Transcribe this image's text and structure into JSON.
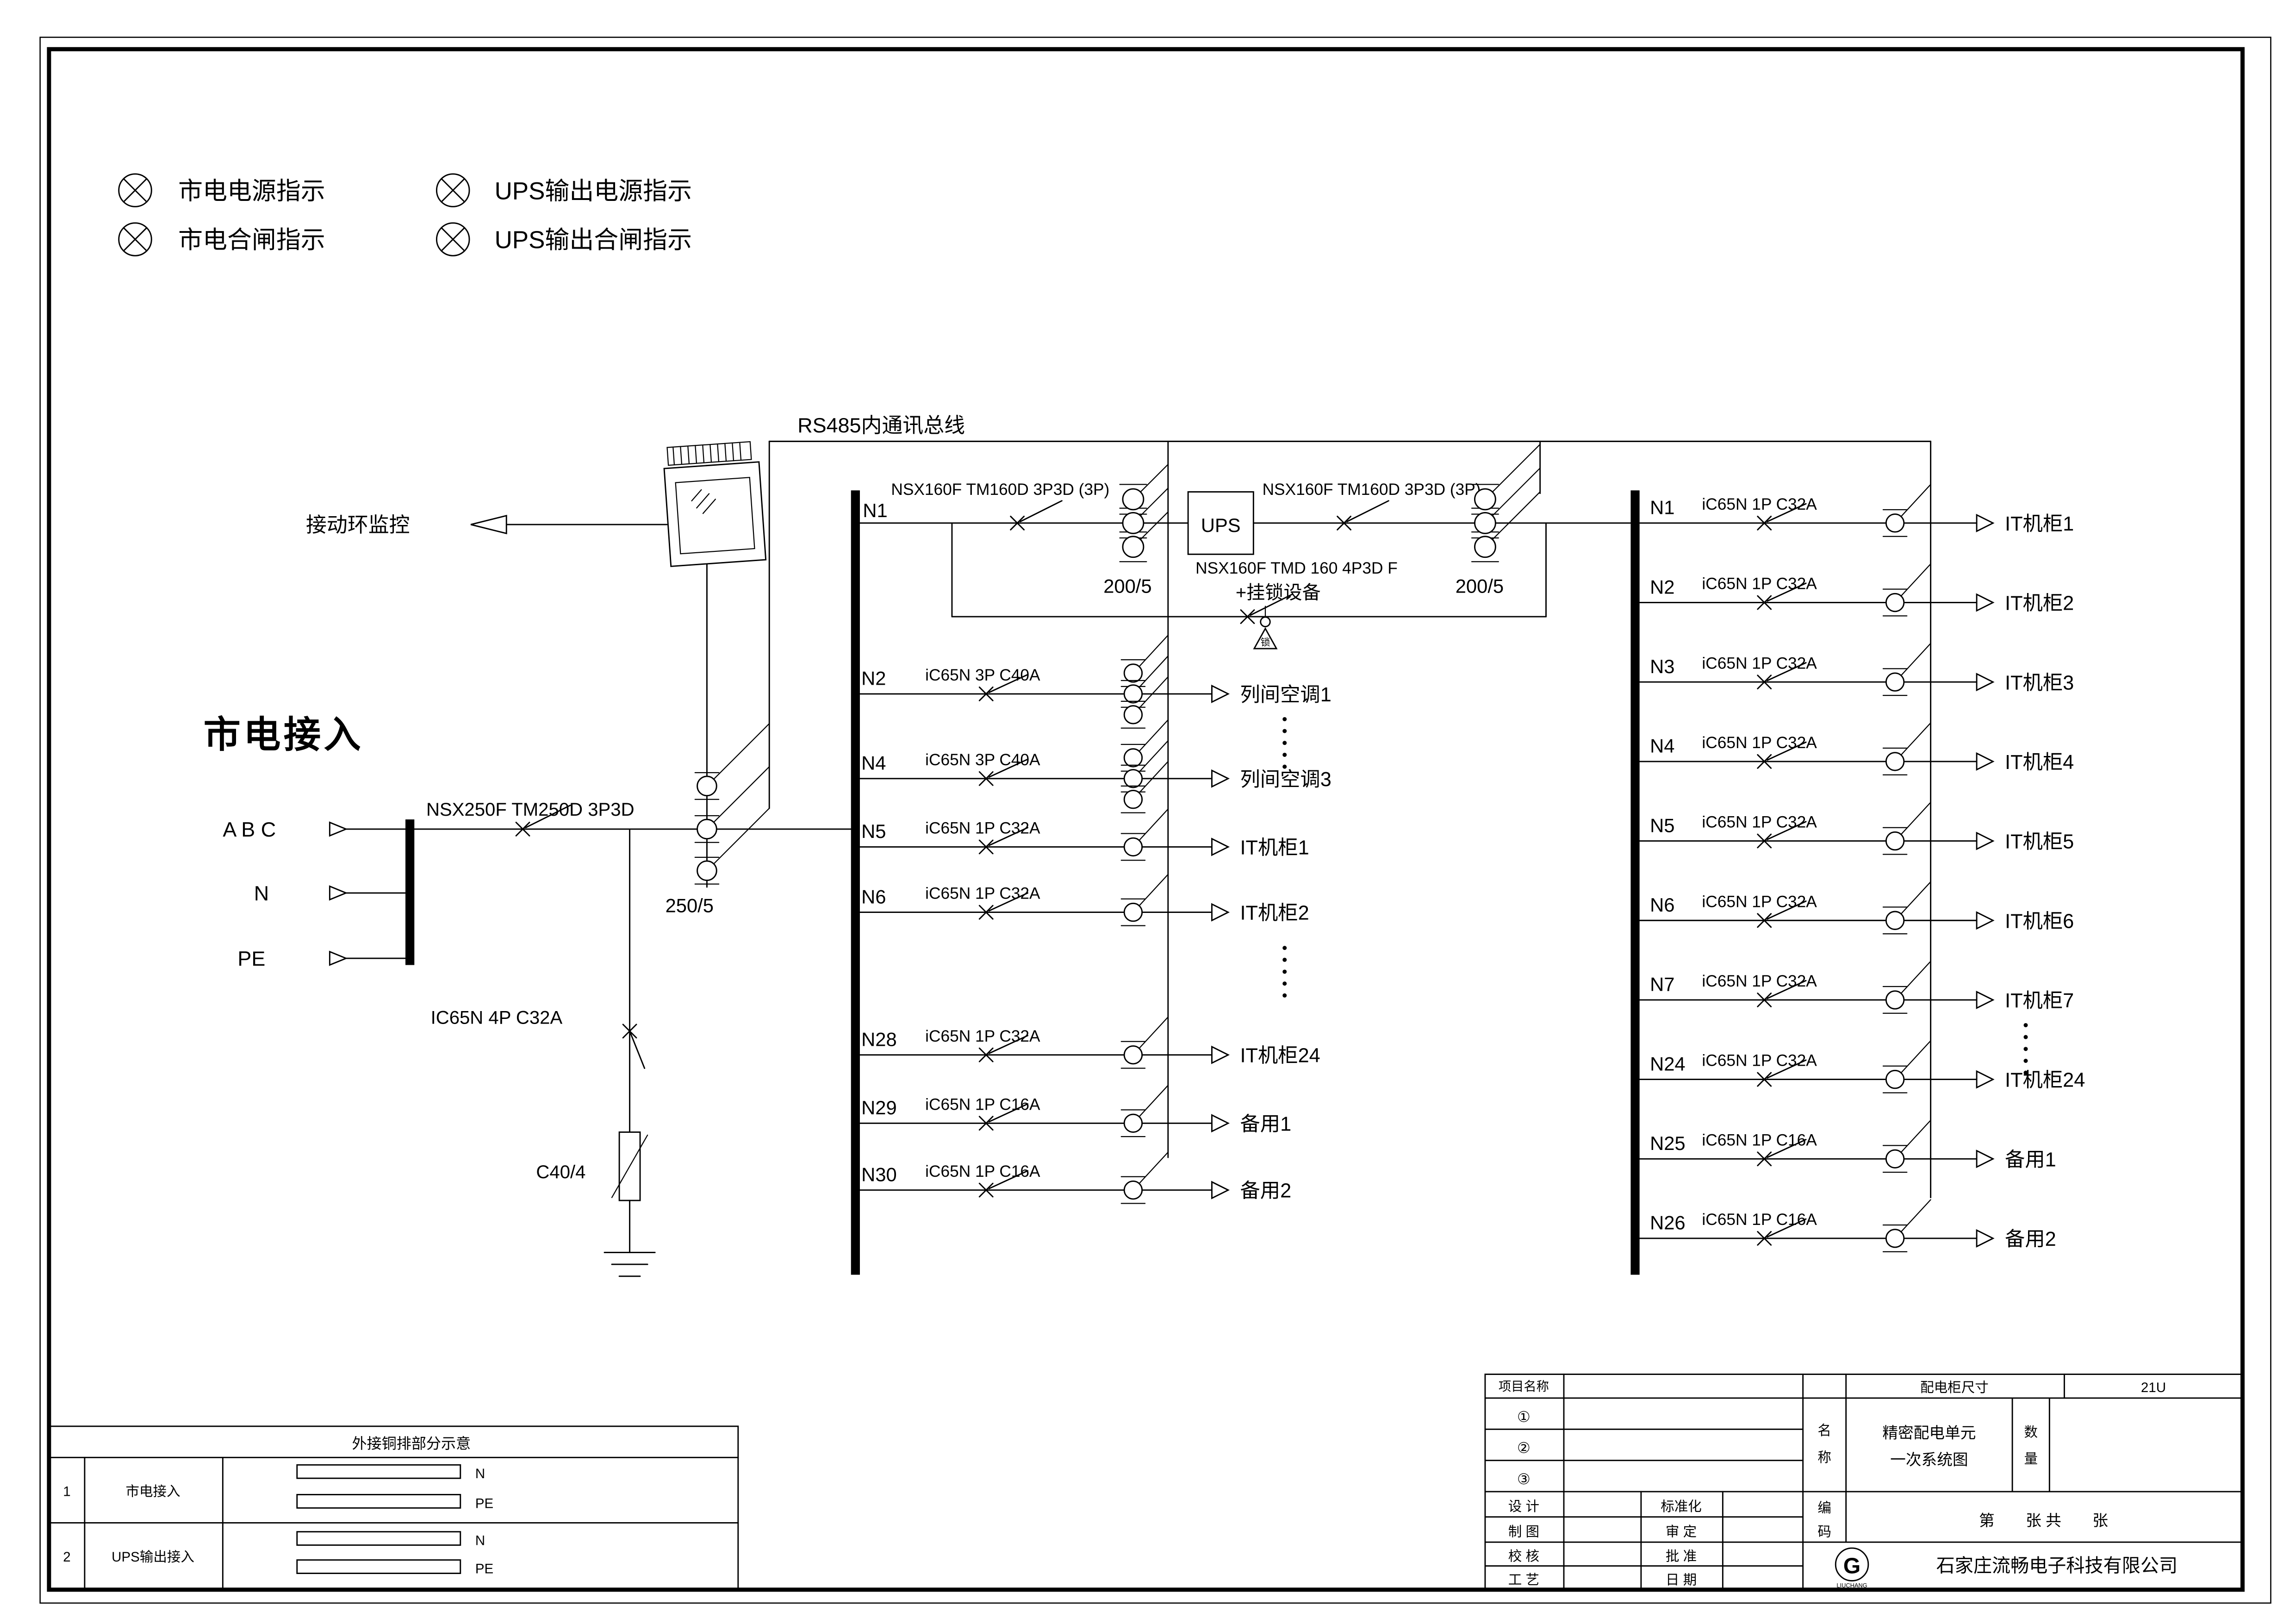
{
  "page": {
    "company": "石家庄流畅电子科技有限公司",
    "logo_letter": "G",
    "logo_text": "LIUCHANG"
  },
  "legend": {
    "items": [
      {
        "label": "市电电源指示"
      },
      {
        "label": "市电合闸指示"
      },
      {
        "label": "UPS输出电源指示"
      },
      {
        "label": "UPS输出合闸指示"
      }
    ]
  },
  "comm": {
    "bus_label": "RS485内通讯总线",
    "monitor_label": "接动环监控"
  },
  "incomer": {
    "title": "市电接入",
    "phases": "A B C",
    "neutral": "N",
    "pe": "PE",
    "main_breaker": "NSX250F TM250D 3P3D",
    "main_ct": "250/5",
    "spd_breaker": "IC65N 4P C32A",
    "spd_model": "C40/4"
  },
  "ups_section": {
    "feeder_id": "N1",
    "input_breaker": "NSX160F TM160D 3P3D (3P)",
    "input_ct": "200/5",
    "ups_label": "UPS",
    "output_breaker": "NSX160F TM160D 3P3D (3P)",
    "output_ct": "200/5",
    "bypass_breaker": "NSX160F TMD 160 4P3D F",
    "bypass_note": "+挂锁设备",
    "lock_char": "锁"
  },
  "left_panel": {
    "circuits": [
      {
        "id": "N2",
        "device": "iC65N 3P C40A",
        "load": "列间空调1",
        "poles": 3
      },
      {
        "id": "N4",
        "device": "iC65N 3P C40A",
        "load": "列间空调3",
        "poles": 3
      },
      {
        "id": "N5",
        "device": "iC65N 1P C32A",
        "load": "IT机柜1",
        "poles": 1
      },
      {
        "id": "N6",
        "device": "iC65N 1P C32A",
        "load": "IT机柜2",
        "poles": 1
      },
      {
        "id": "N28",
        "device": "iC65N 1P C32A",
        "load": "IT机柜24",
        "poles": 1
      },
      {
        "id": "N29",
        "device": "iC65N 1P C16A",
        "load": "备用1",
        "poles": 1
      },
      {
        "id": "N30",
        "device": "iC65N 1P C16A",
        "load": "备用2",
        "poles": 1
      }
    ]
  },
  "right_panel": {
    "circuits": [
      {
        "id": "N1",
        "device": "iC65N 1P C32A",
        "load": "IT机柜1"
      },
      {
        "id": "N2",
        "device": "iC65N 1P C32A",
        "load": "IT机柜2"
      },
      {
        "id": "N3",
        "device": "iC65N 1P C32A",
        "load": "IT机柜3"
      },
      {
        "id": "N4",
        "device": "iC65N 1P C32A",
        "load": "IT机柜4"
      },
      {
        "id": "N5",
        "device": "iC65N 1P C32A",
        "load": "IT机柜5"
      },
      {
        "id": "N6",
        "device": "iC65N 1P C32A",
        "load": "IT机柜6"
      },
      {
        "id": "N7",
        "device": "iC65N 1P C32A",
        "load": "IT机柜7"
      },
      {
        "id": "N24",
        "device": "iC65N 1P C32A",
        "load": "IT机柜24"
      },
      {
        "id": "N25",
        "device": "iC65N 1P C16A",
        "load": "备用1"
      },
      {
        "id": "N26",
        "device": "iC65N 1P C16A",
        "load": "备用2"
      }
    ]
  },
  "busbar_table": {
    "title": "外接铜排部分示意",
    "rows": [
      {
        "no": "1",
        "name": "市电接入",
        "bars": [
          "N",
          "PE"
        ]
      },
      {
        "no": "2",
        "name": "UPS输出接入",
        "bars": [
          "N",
          "PE"
        ]
      }
    ]
  },
  "title_block": {
    "project_label": "项目名称",
    "rev1": "①",
    "rev2": "②",
    "rev3": "③",
    "design": "设  计",
    "draft": "制  图",
    "check": "校  核",
    "process": "工  艺",
    "standard": "标准化",
    "approve": "审  定",
    "ratify": "批  准",
    "date": "日  期",
    "name_label": "名称",
    "code_label": "编码",
    "cabinet_size_label": "配电柜尺寸",
    "cabinet_size": "21U",
    "drawing_name_1": "精密配电单元",
    "drawing_name_2": "一次系统图",
    "qty_label": "数量",
    "sheet_text": "第　　张 共　　张"
  }
}
